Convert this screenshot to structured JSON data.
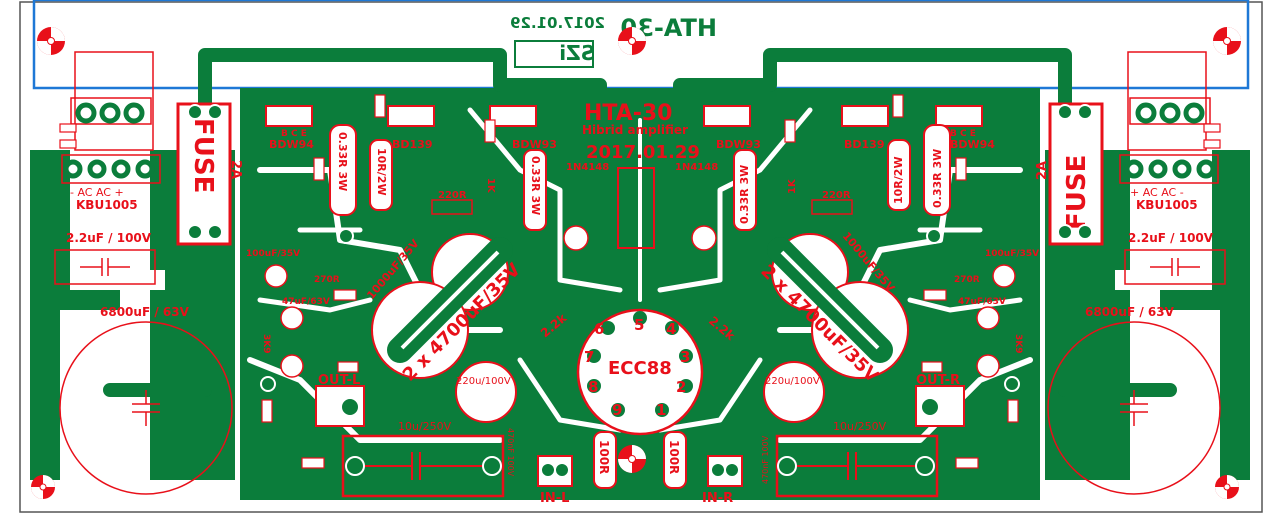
{
  "board": {
    "top_title": "HTA-30",
    "top_date": "2017.01.29",
    "top_logo": "SZi",
    "center_title": "HTA-30",
    "center_subtitle": "Hibrid amplifier",
    "center_date": "2017.01.29"
  },
  "colors": {
    "copper": "#0b7d3b",
    "silkscreen": "#e8101a",
    "outline": "#1e78d6",
    "background": "#ffffff"
  },
  "labels": {
    "fuse": "FUSE",
    "fuse_rating": "2A",
    "bridge": "KBU1005",
    "bridge_pins_left": "- AC AC +",
    "bridge_pins_right": "+ AC AC -",
    "snubber": "2.2uF / 100V",
    "reservoir": "6800uF / 63V",
    "big_cap": "2 x 4700uF/35V",
    "small_cap": "1000uF/35V",
    "tube": "ECC88",
    "out_left": "OUT-L",
    "out_right": "OUT-R",
    "in_left": "IN-L",
    "in_right": "IN-R",
    "coupling_cap": "10u/250V",
    "plate_cap": "220u/100V",
    "film_cap": "470nF 100V",
    "bdw94": "BDW94",
    "bd139": "BD139",
    "bd139_right": "BD139",
    "bdw93": "BDW93",
    "bdw93_right": "BDW93",
    "res_033": "0.33R 3W",
    "res_10r": "10R/2W",
    "res_220r": "220R",
    "res_270r": "270R",
    "res_22k": "2.2k",
    "res_100r": "100R",
    "res_1k": "1K",
    "res_3k9": "3K9",
    "diode": "1N4148",
    "cap_100u": "100uF/35V",
    "cap_47u": "47uF/63V",
    "pins_bce": "B C E",
    "tube_pins": [
      "1",
      "2",
      "3",
      "4",
      "5",
      "6",
      "7",
      "8",
      "9"
    ]
  }
}
